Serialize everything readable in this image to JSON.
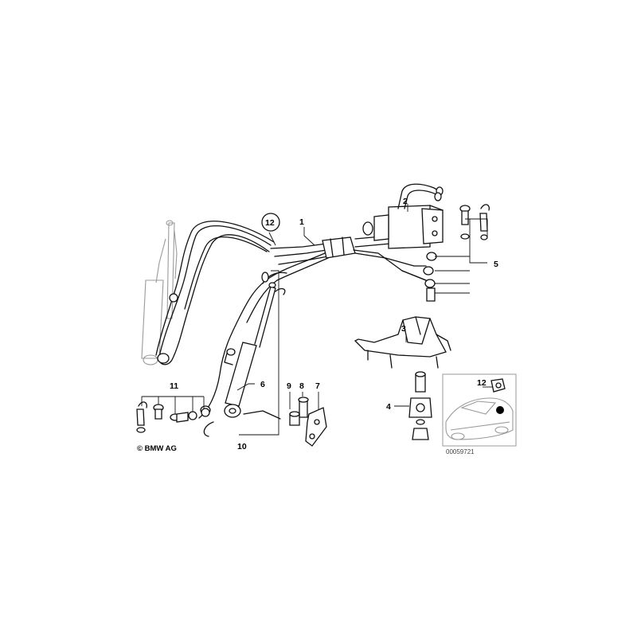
{
  "callouts": {
    "c1": "1",
    "c2": "2",
    "c3": "3",
    "c4": "4",
    "c5": "5",
    "c6": "6",
    "c7": "7",
    "c8": "8",
    "c9": "9",
    "c10": "10",
    "c11": "11",
    "c12_main": "12",
    "c12_inset": "12"
  },
  "copyright": "© BMW AG",
  "image_number": "00059721"
}
